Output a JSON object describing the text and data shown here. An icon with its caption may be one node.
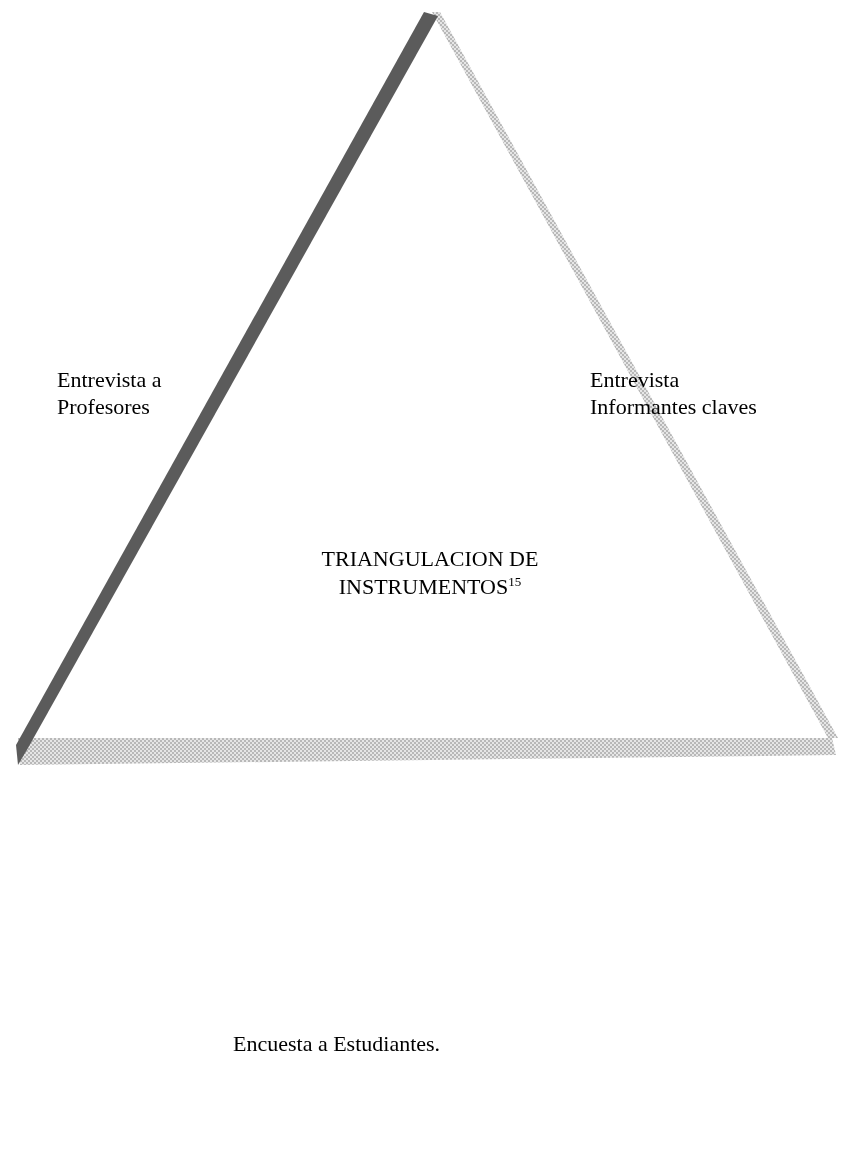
{
  "diagram": {
    "nodes": [
      {
        "text": [
          "TRIANGULACION DE INSTRUMENTOS$^{15}$"
        ]
      }
    ],
    "labels": [
      "Entrevista a Profesores",
      "Entrevista Informantes claves",
      "Encuesta a Estudiantes."
    ]
  }
}
